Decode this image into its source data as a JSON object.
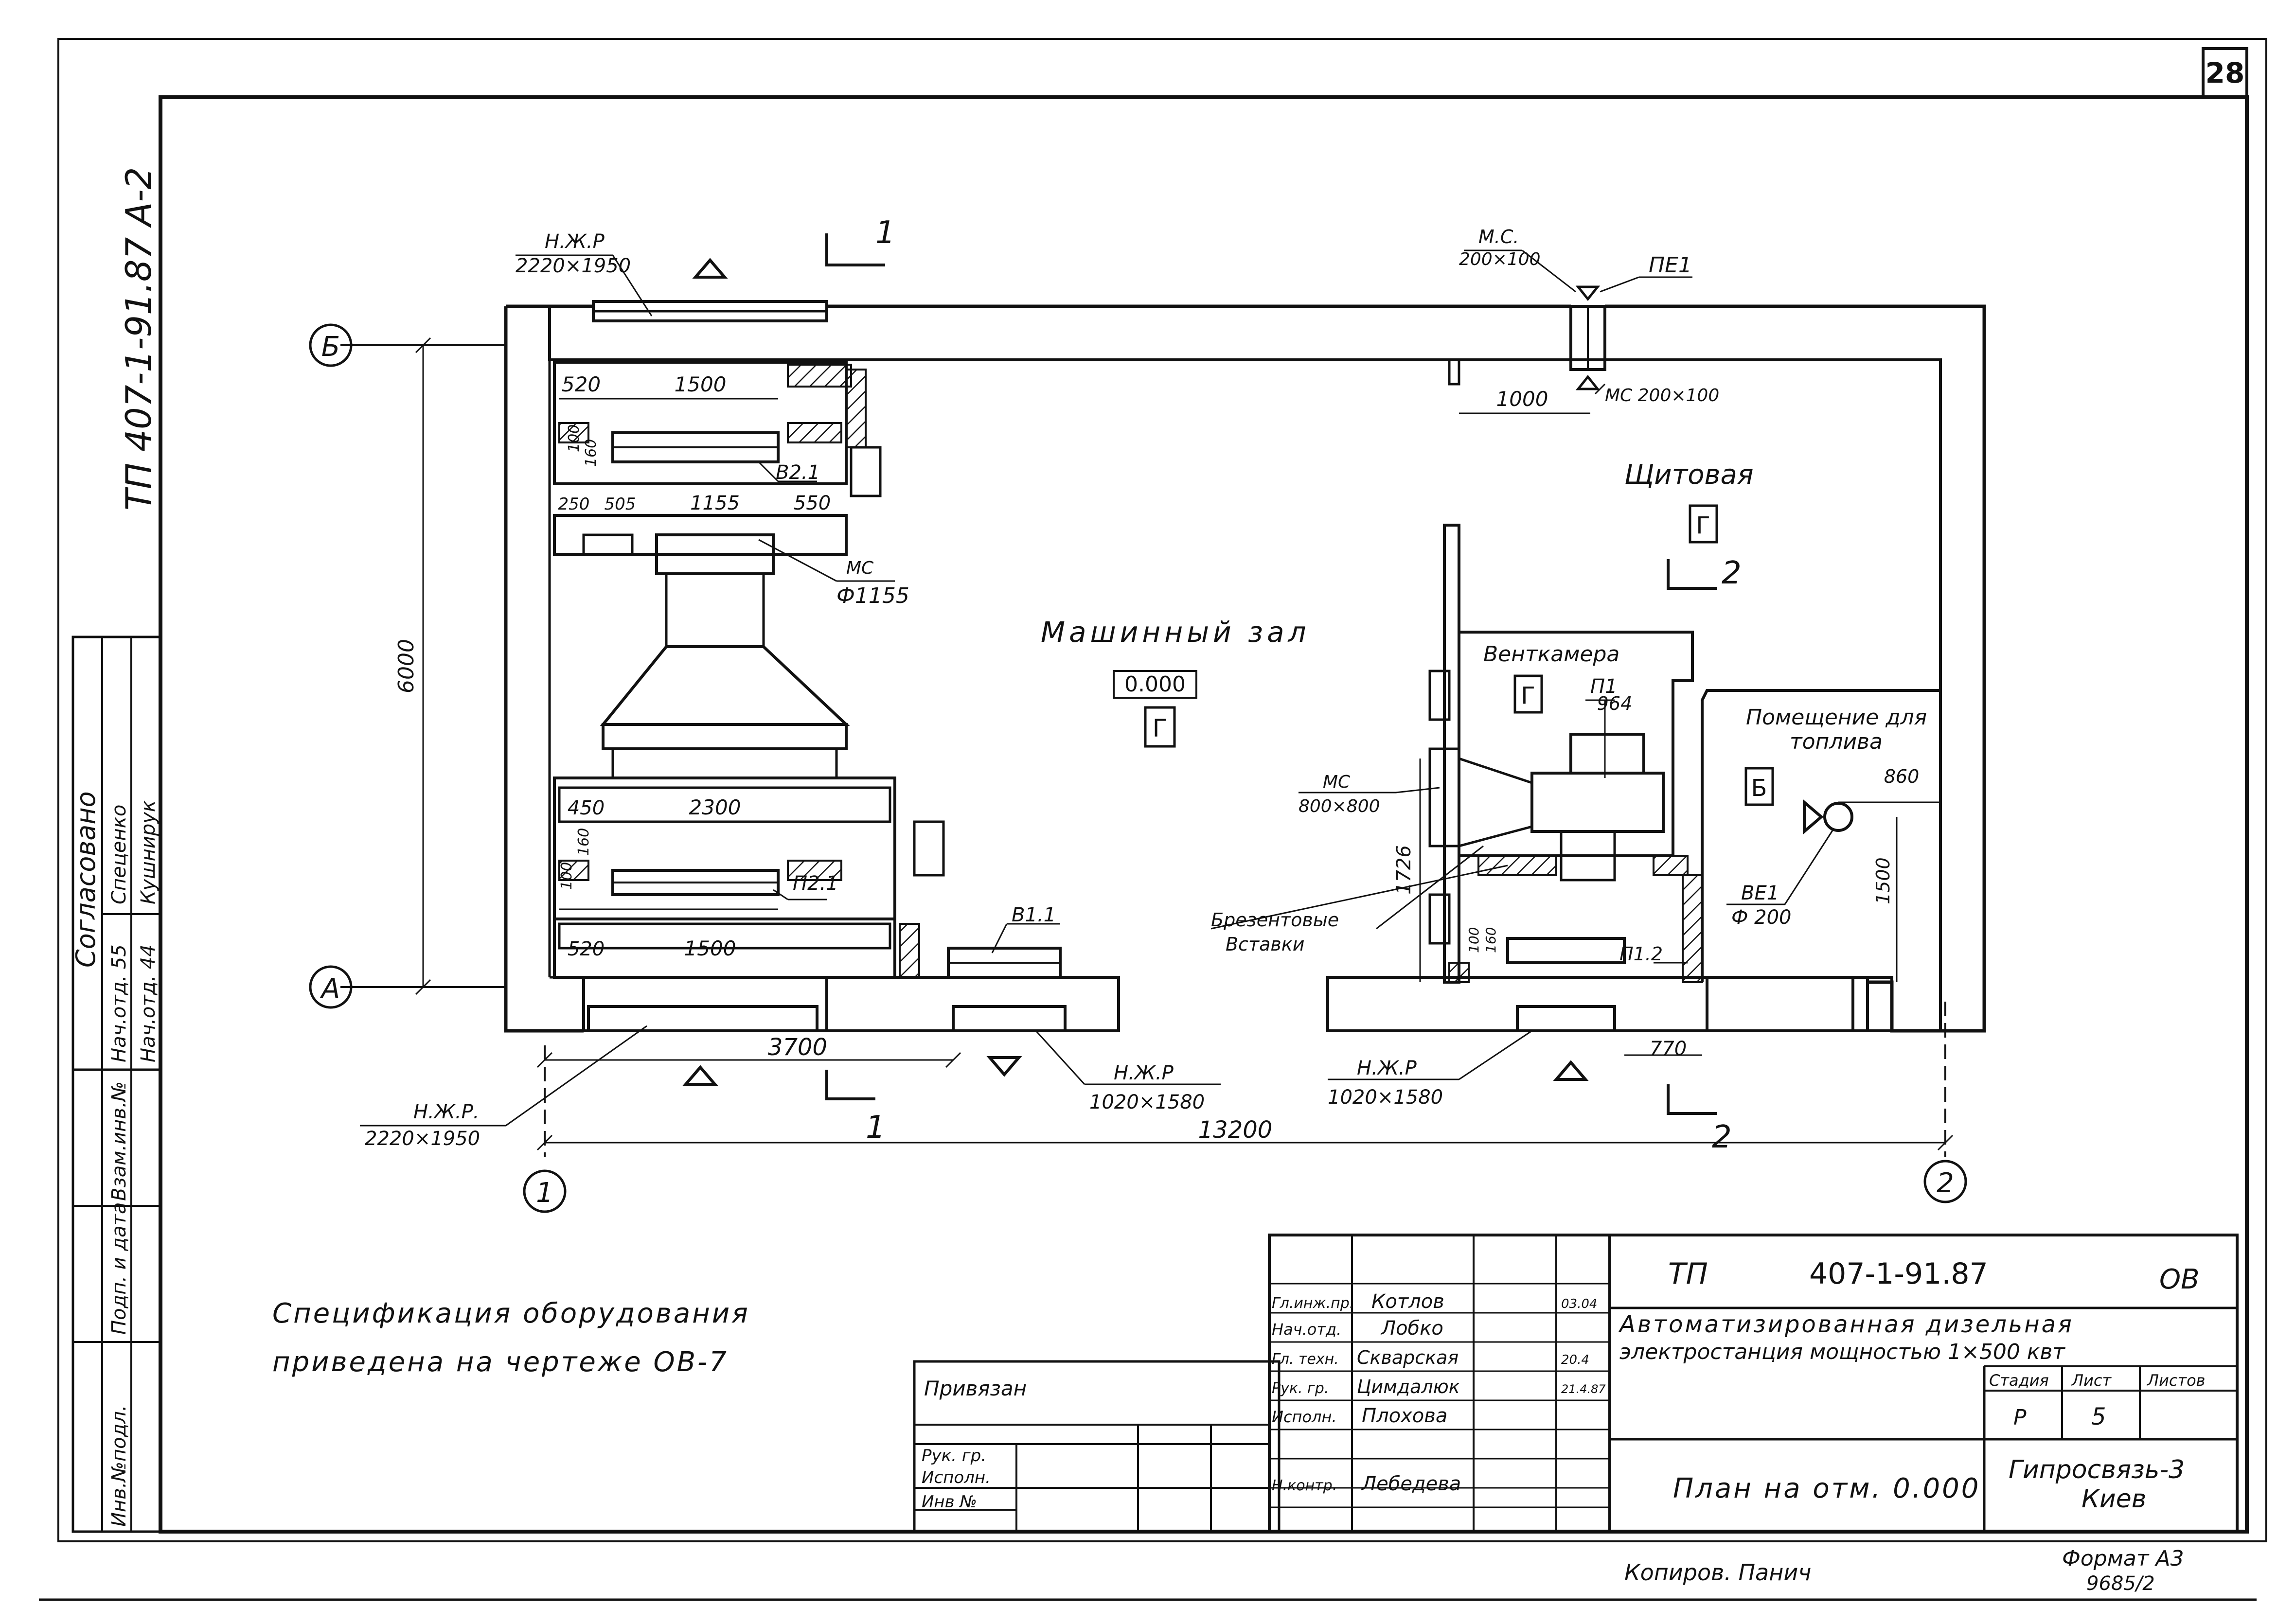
{
  "sheet": {
    "page_number": "28",
    "side_code": "ТП 407-1-91.87  А-2"
  },
  "axes": {
    "a": "А",
    "b": "Б",
    "one": "1",
    "two": "2"
  },
  "sections": {
    "cut1": "1",
    "cut2": "2"
  },
  "rooms": {
    "machine_hall": "Машинный зал",
    "machine_mark": "0.000",
    "machine_cat": "Г",
    "switch_room": "Щитовая",
    "switch_cat": "Г",
    "vent_chamber": "Венткамера",
    "vent_cat": "Г",
    "fuel_room_l1": "Помещение для",
    "fuel_room_l2": "топлива",
    "fuel_cat": "Б"
  },
  "dims": {
    "d520a": "520",
    "d1500a": "1500",
    "d100a": "100",
    "d160a": "160",
    "d250": "250",
    "d505": "505",
    "d1155": "1155",
    "d550": "550",
    "d450": "450",
    "d2300": "2300",
    "d100b": "100",
    "d160b": "160",
    "d520b": "520",
    "d1500b": "1500",
    "d6000": "6000",
    "d3700": "3700",
    "d13200": "13200",
    "d1000": "1000",
    "d1726": "1726",
    "d964": "964",
    "d860": "860",
    "d1500c": "1500",
    "d770": "770",
    "d100c": "100",
    "d160c": "160"
  },
  "labels": {
    "louver_top_name": "Н.Ж.Р",
    "louver_top_size": "2220×1950",
    "mc_top_name": "М.С.",
    "mc_top_size": "200×100",
    "pe1": "ПЕ1",
    "mc_200": "МС 200×100",
    "v21": "В2.1",
    "mc_d": "МС",
    "mc_d_size": "Ф1155",
    "p21": "П2.1",
    "v11": "В1.1",
    "louver_bl_name": "Н.Ж.Р.",
    "louver_bl_size": "2220×1950",
    "louver_bm_name": "Н.Ж.Р",
    "louver_bm_size": "1020×1580",
    "louver_br_name": "Н.Ж.Р",
    "louver_br_size": "1020×1580",
    "p1": "П1",
    "mc_800": "МС",
    "mc_800_size": "800×800",
    "canvas_l1": "Брезентовые",
    "canvas_l2": "Вставки",
    "p12": "П1.2",
    "ve1": "ВЕ1",
    "ve1_d": "Ф 200"
  },
  "notes": {
    "spec_l1": "Спецификация оборудования",
    "spec_l2": "приведена на чертеже ОВ-7"
  },
  "stamp_left": {
    "agreed": "Согласовано",
    "rows": [
      {
        "role": "Нач.отд. 55",
        "name": "Спеценко"
      },
      {
        "role": "Нач.отд. 44",
        "name": "Кушнирук"
      }
    ],
    "col1": "Взам.инв.№",
    "col2": "Подп. и дата",
    "col3": "Инв.№подл."
  },
  "title_block": {
    "code_prefix": "ТП",
    "code": "407-1-91.87",
    "section": "ОВ",
    "title_l1": "Автоматизированная дизельная",
    "title_l2": "электростанция мощностью 1×500 квт",
    "stage_h": "Стадия",
    "sheet_h": "Лист",
    "sheets_h": "Листов",
    "stage_v": "Р",
    "sheet_v": "5",
    "sheets_v": "",
    "drawing_name": "План на отм. 0.000",
    "org_l1": "Гипросвязь-3",
    "org_l2": "Киев",
    "bound": "Привязан",
    "bound_rows": [
      "Рук. гр.",
      "Исполн.",
      "Инв №"
    ],
    "people": [
      {
        "role": "Гл.инж.пр.",
        "name": "Котлов",
        "date": "03.04"
      },
      {
        "role": "Нач.отд.",
        "name": "Лобко",
        "date": ""
      },
      {
        "role": "Гл. техн.",
        "name": "Скварская",
        "date": "20.4"
      },
      {
        "role": "Рук. гр.",
        "name": "Цимдалюк",
        "date": "21.4.87"
      },
      {
        "role": "Исполн.",
        "name": "Плохова",
        "date": ""
      },
      {
        "role": "Н.контр.",
        "name": "Лебедева",
        "date": ""
      }
    ],
    "copied": "Копиров. Панич",
    "format": "Формат А3",
    "order": "9685/2"
  }
}
